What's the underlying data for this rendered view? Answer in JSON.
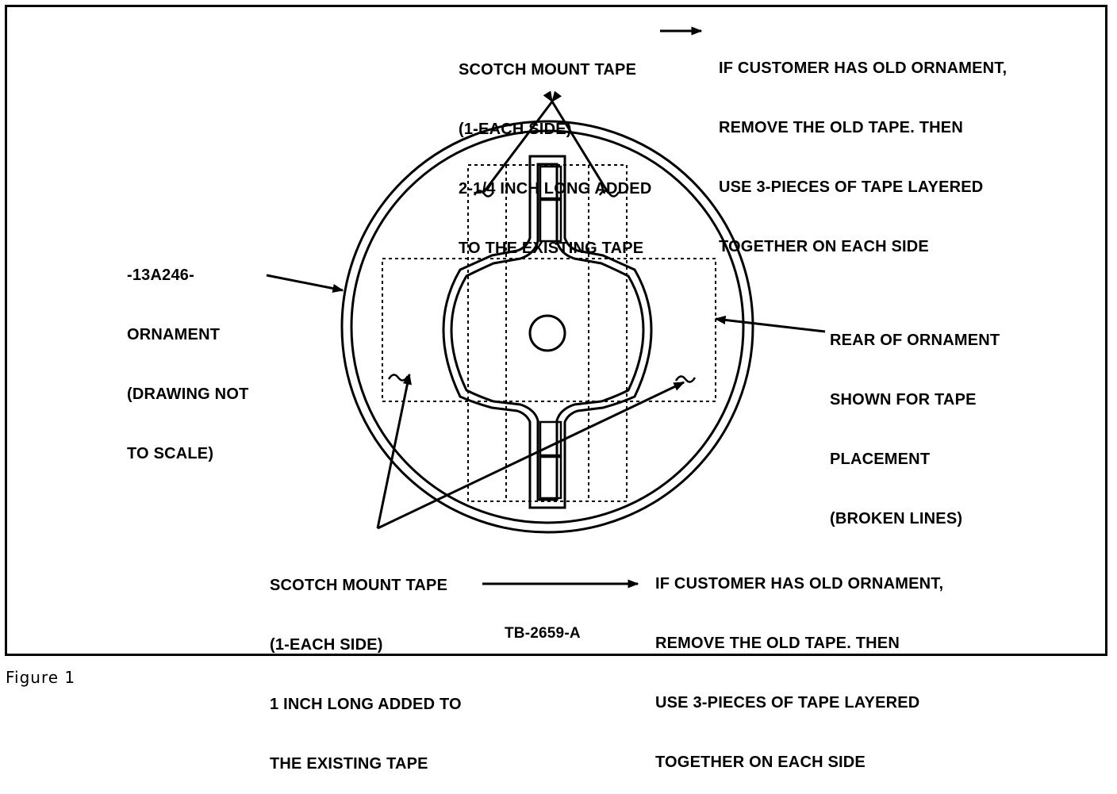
{
  "labels": {
    "top_left": [
      "SCOTCH MOUNT TAPE",
      "(1-EACH SIDE)",
      "2-1/4 INCH LONG ADDED",
      "TO THE EXISTING TAPE"
    ],
    "top_right": [
      "IF CUSTOMER HAS OLD ORNAMENT,",
      "REMOVE THE OLD TAPE. THEN",
      "USE 3-PIECES OF TAPE LAYERED",
      "TOGETHER ON EACH SIDE"
    ],
    "left": [
      "-13A246-",
      "ORNAMENT",
      "(DRAWING NOT",
      "TO SCALE)"
    ],
    "right": [
      "REAR OF ORNAMENT",
      "SHOWN FOR TAPE",
      "PLACEMENT",
      "(BROKEN LINES)"
    ],
    "bottom_left": [
      "SCOTCH MOUNT TAPE",
      "(1-EACH SIDE)",
      "1 INCH LONG ADDED TO",
      "THE EXISTING TAPE"
    ],
    "bottom_right": [
      "IF CUSTOMER HAS OLD ORNAMENT,",
      "REMOVE THE OLD TAPE. THEN",
      "USE 3-PIECES OF TAPE LAYERED",
      "TOGETHER ON EACH SIDE"
    ],
    "drawing_number": "TB-2659-A"
  },
  "caption": "Figure 1"
}
